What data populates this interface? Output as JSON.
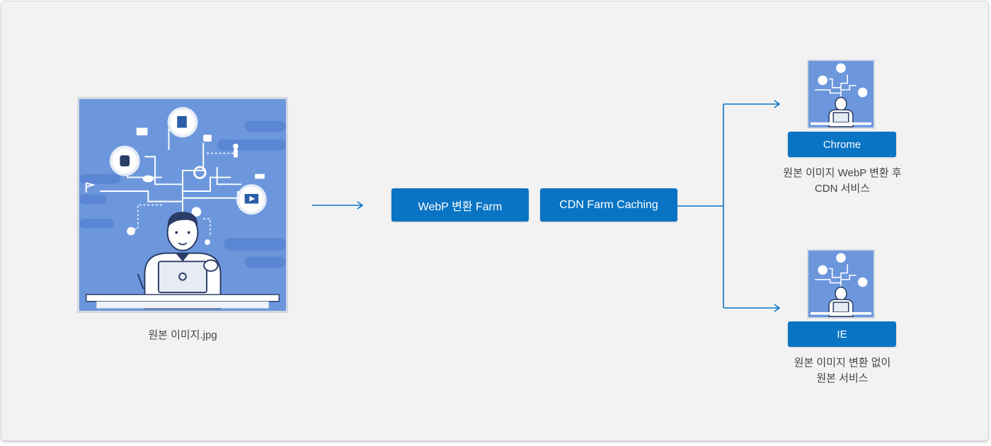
{
  "source": {
    "caption": "원본 이미지.jpg"
  },
  "process": {
    "step1_label": "WebP 변환 Farm",
    "step2_label": "CDN Farm Caching"
  },
  "outputs": [
    {
      "browser": "Chrome",
      "line1": "원본 이미지 WebP 변환 후",
      "line2": "CDN 서비스"
    },
    {
      "browser": "IE",
      "line1": "원본 이미지 변환 없이",
      "line2": "원본 서비스"
    }
  ],
  "colors": {
    "accent": "#0a74c4",
    "illustration_bg": "#6c97dd",
    "panel_bg": "#f2f2f2"
  }
}
